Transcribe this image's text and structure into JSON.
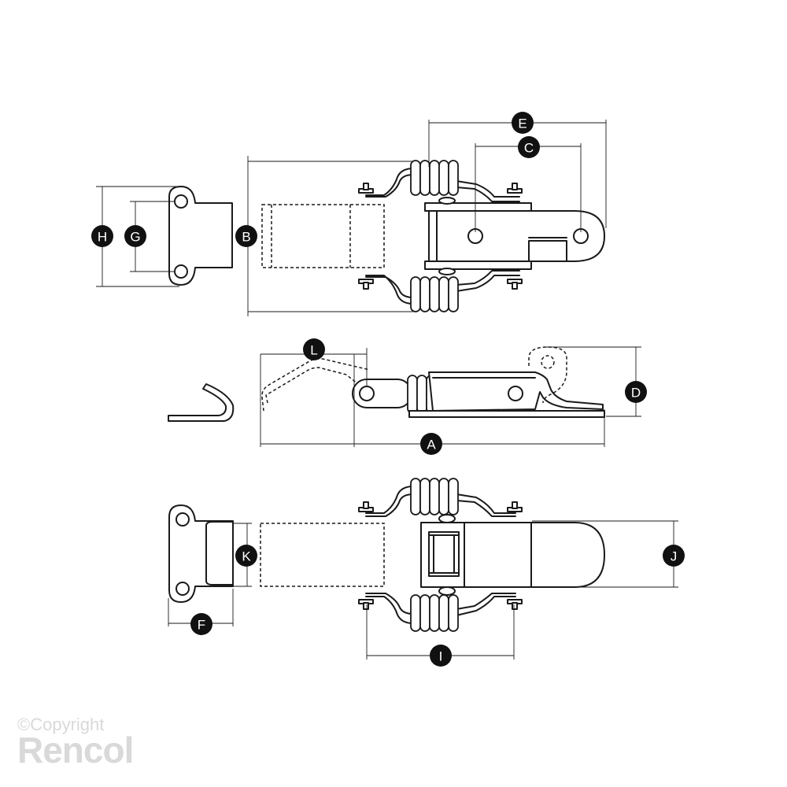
{
  "dimension_labels": {
    "A": "A",
    "B": "B",
    "C": "C",
    "D": "D",
    "E": "E",
    "F": "F",
    "G": "G",
    "H": "H",
    "I": "I",
    "J": "J",
    "K": "K",
    "L": "L"
  },
  "watermark": {
    "line1": "©Copyright",
    "line2": "Rencol"
  },
  "colors": {
    "line": "#1a1a1a",
    "badge": "#111111",
    "watermark": "#d9d9d9"
  }
}
